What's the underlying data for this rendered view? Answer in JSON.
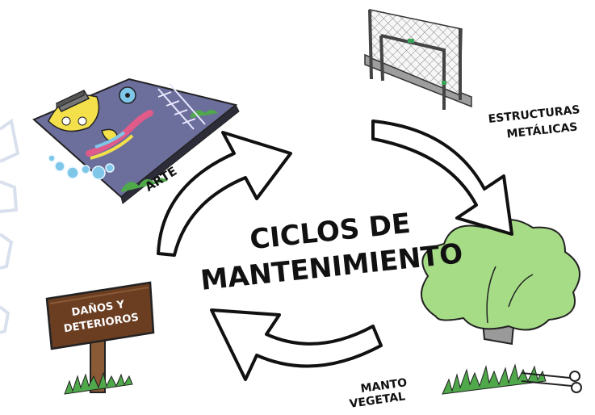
{
  "diagram": {
    "title_line1": "CICLOS DE",
    "title_line2": "MANTENIMIENTO",
    "nodes": {
      "estructuras": {
        "line1": "ESTRUCTURAS",
        "line2": "METÁLICAS"
      },
      "manto": {
        "line1": "MANTO",
        "line2": "VEGETAL"
      },
      "danos": {
        "line1": "DAÑOS Y",
        "line2": "DETERIOROS"
      },
      "arte": {
        "label": "ARTE"
      }
    },
    "colors": {
      "mural_ground": "#6c6e9c",
      "mural_yellow": "#f3e04a",
      "mural_blue": "#7fc7e8",
      "tree_green": "#a6dc86",
      "grass_green": "#4fa84a",
      "sign_brown": "#6b3e22",
      "post_brown": "#8a5a36",
      "frame_white": "#ffffff",
      "frame_green": "#3aa35a",
      "ink": "#111111"
    }
  }
}
